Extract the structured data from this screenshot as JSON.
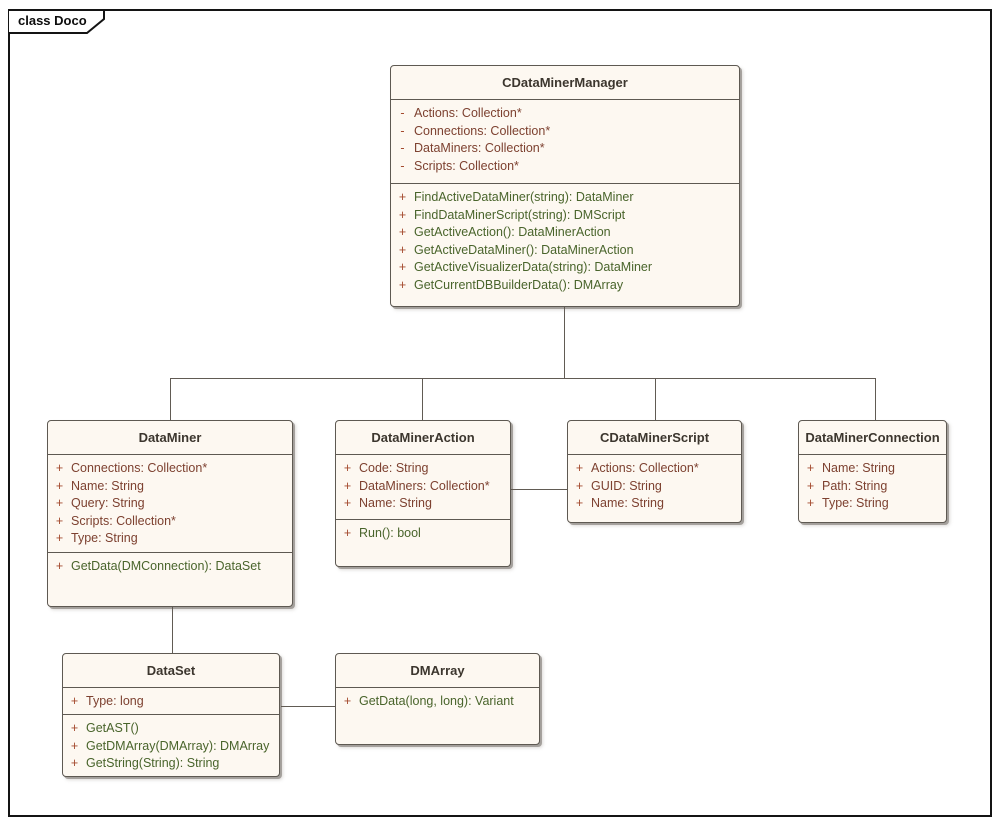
{
  "frame": {
    "label": "class Doco"
  },
  "diagram": {
    "type": "uml-class-diagram",
    "colors": {
      "box_fill": "#fdf8f1",
      "box_border": "#5e5952",
      "header_text": "#3c362e",
      "attribute_text": "#7d4130",
      "method_text": "#49642b",
      "visibility_marker": "#a44a2e",
      "connector": "#615b54",
      "frame_border": "#141414"
    }
  },
  "classes": [
    {
      "name": "CDataMinerManager",
      "attributes": [
        {
          "vis": "-",
          "text": "Actions: Collection*"
        },
        {
          "vis": "-",
          "text": "Connections: Collection*"
        },
        {
          "vis": "-",
          "text": "DataMiners: Collection*"
        },
        {
          "vis": "-",
          "text": "Scripts: Collection*"
        }
      ],
      "methods": [
        {
          "vis": "+",
          "text": "FindActiveDataMiner(string): DataMiner"
        },
        {
          "vis": "+",
          "text": "FindDataMinerScript(string): DMScript"
        },
        {
          "vis": "+",
          "text": "GetActiveAction(): DataMinerAction"
        },
        {
          "vis": "+",
          "text": "GetActiveDataMiner(): DataMinerAction"
        },
        {
          "vis": "+",
          "text": "GetActiveVisualizerData(string): DataMiner"
        },
        {
          "vis": "+",
          "text": "GetCurrentDBBuilderData(): DMArray"
        }
      ]
    },
    {
      "name": "DataMiner",
      "attributes": [
        {
          "vis": "+",
          "text": "Connections: Collection*"
        },
        {
          "vis": "+",
          "text": "Name: String"
        },
        {
          "vis": "+",
          "text": "Query: String"
        },
        {
          "vis": "+",
          "text": "Scripts: Collection*"
        },
        {
          "vis": "+",
          "text": "Type: String"
        }
      ],
      "methods": [
        {
          "vis": "+",
          "text": "GetData(DMConnection): DataSet"
        }
      ]
    },
    {
      "name": "DataMinerAction",
      "attributes": [
        {
          "vis": "+",
          "text": "Code: String"
        },
        {
          "vis": "+",
          "text": "DataMiners: Collection*"
        },
        {
          "vis": "+",
          "text": "Name: String"
        }
      ],
      "methods": [
        {
          "vis": "+",
          "text": "Run(): bool"
        }
      ]
    },
    {
      "name": "CDataMinerScript",
      "attributes": [
        {
          "vis": "+",
          "text": "Actions: Collection*"
        },
        {
          "vis": "+",
          "text": "GUID: String"
        },
        {
          "vis": "+",
          "text": "Name: String"
        }
      ],
      "methods": []
    },
    {
      "name": "DataMinerConnection",
      "attributes": [
        {
          "vis": "+",
          "text": "Name: String"
        },
        {
          "vis": "+",
          "text": "Path: String"
        },
        {
          "vis": "+",
          "text": "Type: String"
        }
      ],
      "methods": []
    },
    {
      "name": "DataSet",
      "attributes": [
        {
          "vis": "+",
          "text": "Type: long"
        }
      ],
      "methods": [
        {
          "vis": "+",
          "text": "GetAST()"
        },
        {
          "vis": "+",
          "text": "GetDMArray(DMArray): DMArray"
        },
        {
          "vis": "+",
          "text": "GetString(String): String"
        }
      ]
    },
    {
      "name": "DMArray",
      "attributes": [],
      "methods": [
        {
          "vis": "+",
          "text": "GetData(long, long): Variant"
        }
      ]
    }
  ],
  "relationships": [
    {
      "from": "CDataMinerManager",
      "to": "DataMiner",
      "type": "association"
    },
    {
      "from": "CDataMinerManager",
      "to": "DataMinerAction",
      "type": "association"
    },
    {
      "from": "CDataMinerManager",
      "to": "CDataMinerScript",
      "type": "association"
    },
    {
      "from": "CDataMinerManager",
      "to": "DataMinerConnection",
      "type": "association"
    },
    {
      "from": "DataMinerAction",
      "to": "CDataMinerScript",
      "type": "association"
    },
    {
      "from": "DataMiner",
      "to": "DataSet",
      "type": "association"
    },
    {
      "from": "DataSet",
      "to": "DMArray",
      "type": "association"
    }
  ]
}
